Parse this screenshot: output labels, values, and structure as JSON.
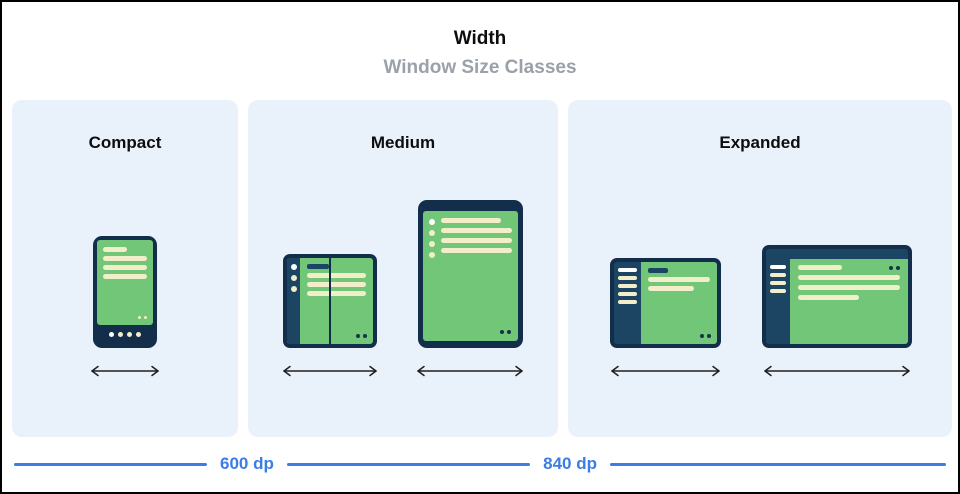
{
  "header": {
    "title": "Width",
    "subtitle": "Window Size Classes"
  },
  "panels": {
    "compact": {
      "label": "Compact",
      "devices": [
        "phone"
      ]
    },
    "medium": {
      "label": "Medium",
      "devices": [
        "foldable",
        "tablet-portrait"
      ]
    },
    "expanded": {
      "label": "Expanded",
      "devices": [
        "tablet-landscape",
        "desktop"
      ]
    }
  },
  "ruler": {
    "label_600": "600 dp",
    "label_840": "840 dp"
  },
  "icons": {
    "width_arrow": "double-headed horizontal width arrow"
  },
  "colors": {
    "panel_bg": "#E9F1FB",
    "device_frame": "#132E4A",
    "device_sidebar": "#1C4463",
    "screen_green": "#72C678",
    "content_cream": "#F2EEC9",
    "dot_white": "#FFFFFF",
    "dark_dot": "#16324E",
    "ruler_blue": "#3C7CE6",
    "subtitle_gray": "#9AA1A8",
    "arrow_black": "#1F1F1F",
    "heading_black": "#0D0D0D"
  }
}
